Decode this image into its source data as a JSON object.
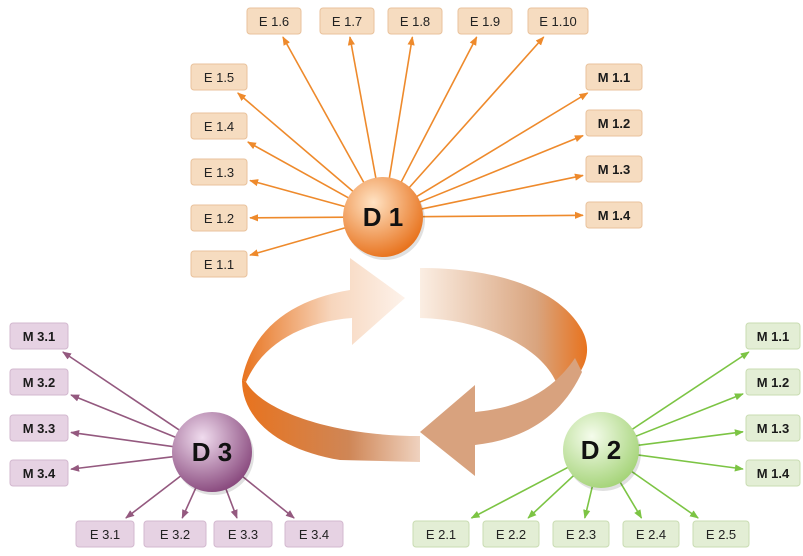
{
  "hubs": [
    {
      "id": "d1",
      "label": "D 1",
      "colors": {
        "node_light": "#ffd9b0",
        "node_dark": "#e8731e",
        "box_fill": "#f6dcc0",
        "box_stroke": "#e9c29c",
        "arrow": "#ee8a2c"
      },
      "items": [
        {
          "label": "E 1.1",
          "bold": false
        },
        {
          "label": "E 1.2",
          "bold": false
        },
        {
          "label": "E 1.3",
          "bold": false
        },
        {
          "label": "E 1.4",
          "bold": false
        },
        {
          "label": "E 1.5",
          "bold": false
        },
        {
          "label": "E 1.6",
          "bold": false
        },
        {
          "label": "E 1.7",
          "bold": false
        },
        {
          "label": "E 1.8",
          "bold": false
        },
        {
          "label": "E 1.9",
          "bold": false
        },
        {
          "label": "E 1.10",
          "bold": false
        },
        {
          "label": "M 1.1",
          "bold": true
        },
        {
          "label": "M 1.2",
          "bold": true
        },
        {
          "label": "M 1.3",
          "bold": true
        },
        {
          "label": "M 1.4",
          "bold": true
        }
      ]
    },
    {
      "id": "d2",
      "label": "D 2",
      "colors": {
        "node_light": "#f3fbe6",
        "node_dark": "#a6d47a",
        "box_fill": "#e3eed5",
        "box_stroke": "#c9dcb2",
        "arrow": "#7cc444"
      },
      "items": [
        {
          "label": "M 1.1",
          "bold": true
        },
        {
          "label": "M 1.2",
          "bold": true
        },
        {
          "label": "M 1.3",
          "bold": true
        },
        {
          "label": "M 1.4",
          "bold": true
        },
        {
          "label": "E 2.1",
          "bold": false
        },
        {
          "label": "E 2.2",
          "bold": false
        },
        {
          "label": "E 2.3",
          "bold": false
        },
        {
          "label": "E 2.4",
          "bold": false
        },
        {
          "label": "E 2.5",
          "bold": false
        }
      ]
    },
    {
      "id": "d3",
      "label": "D 3",
      "colors": {
        "node_light": "#ecd6ea",
        "node_dark": "#8a4b7f",
        "box_fill": "#e6d2e3",
        "box_stroke": "#d3b8cf",
        "arrow": "#94597f"
      },
      "items": [
        {
          "label": "M 3.1",
          "bold": true
        },
        {
          "label": "M 3.2",
          "bold": true
        },
        {
          "label": "M 3.3",
          "bold": true
        },
        {
          "label": "M 3.4",
          "bold": true
        },
        {
          "label": "E 3.1",
          "bold": false
        },
        {
          "label": "E 3.2",
          "bold": false
        },
        {
          "label": "E 3.3",
          "bold": false
        },
        {
          "label": "E 3.4",
          "bold": false
        }
      ]
    }
  ],
  "cycle": {
    "color_dark": "#e8731e",
    "color_light": "#fbe6d6",
    "direction": "clockwise"
  }
}
